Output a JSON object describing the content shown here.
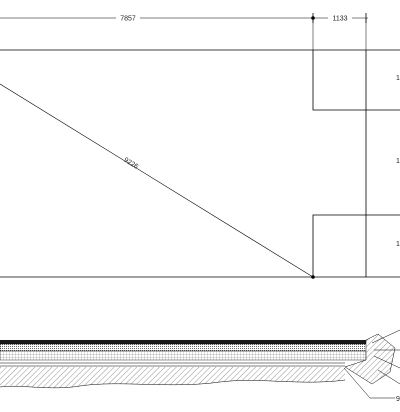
{
  "drawing": {
    "dimensions": {
      "top_span": "7857",
      "right_span": "1133",
      "diagonal": "9226"
    },
    "edge_marks": [
      "1",
      "1",
      "1"
    ],
    "callout_label": "9"
  },
  "colors": {
    "line": "#000000",
    "hatch": "#555555",
    "soil": "#777777",
    "background": "#ffffff"
  }
}
